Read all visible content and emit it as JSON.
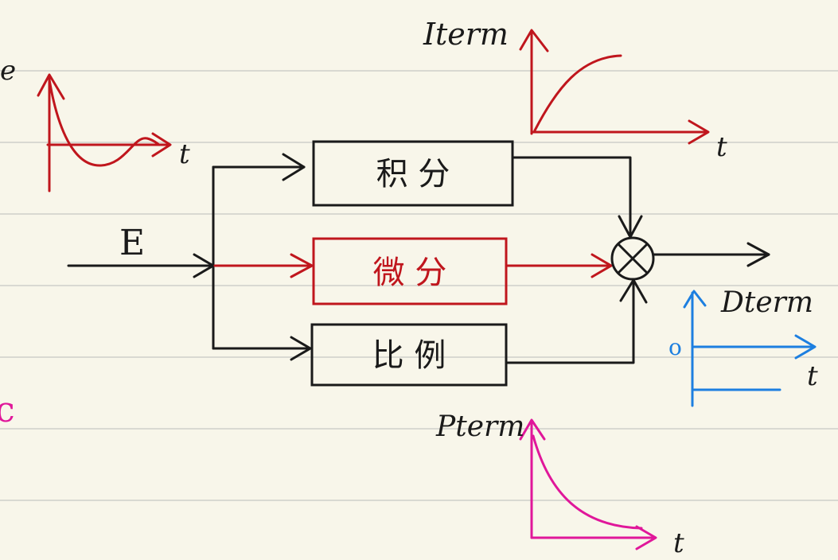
{
  "diagram": {
    "input_label": "E",
    "blocks": {
      "integral": "积 分",
      "derivative": "微 分",
      "proportional": "比 例"
    },
    "plots": {
      "error": {
        "y_label": "e",
        "x_label": "t"
      },
      "i_term": {
        "y_label": "Iterm",
        "x_label": "t"
      },
      "d_term": {
        "y_label": "Dterm",
        "x_label": "t",
        "origin_label": "o"
      },
      "p_term": {
        "y_label": "Pterm",
        "x_label": "t"
      }
    },
    "stray_mark": "c"
  },
  "colors": {
    "ink": "#1a1a1a",
    "red": "#c0161d",
    "blue": "#1d7fe0",
    "magenta": "#e0179a",
    "paper": "#f8f6ea",
    "rule": "#d9d9d2"
  }
}
